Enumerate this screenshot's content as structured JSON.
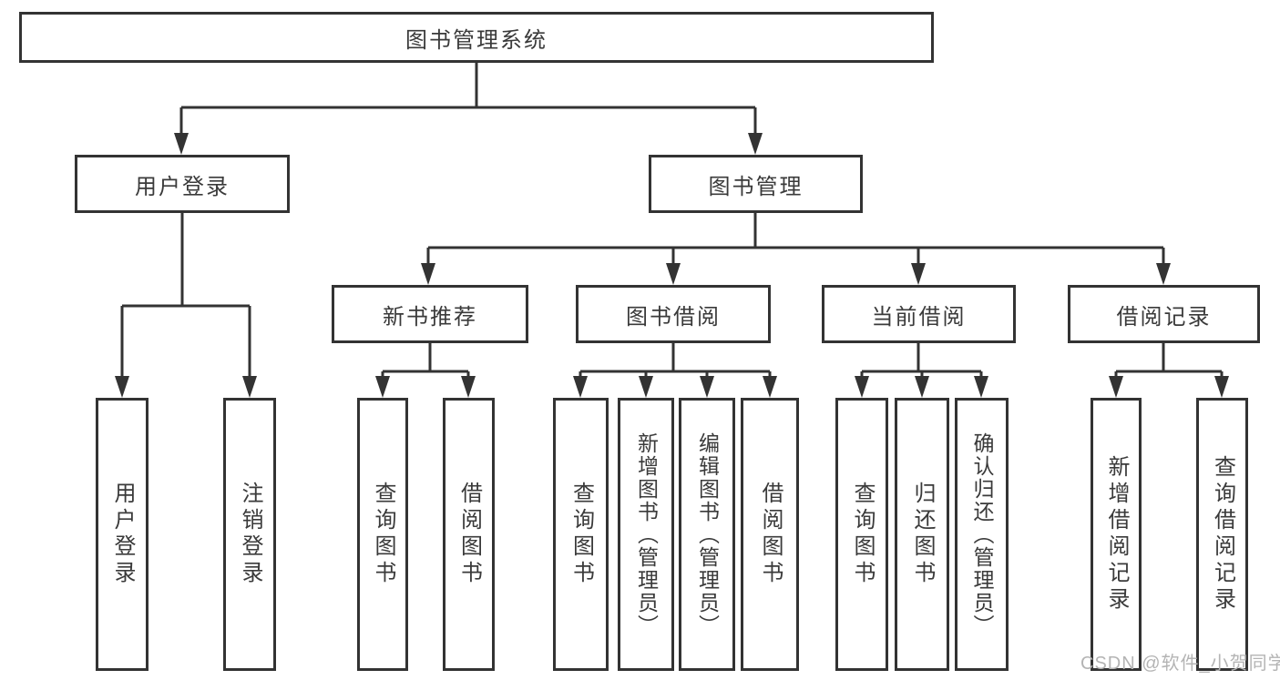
{
  "diagram": {
    "tree": {
      "label": "图书管理系统",
      "children": [
        {
          "label": "用户登录",
          "children": [
            {
              "label": "用户登录"
            },
            {
              "label": "注销登录"
            }
          ]
        },
        {
          "label": "图书管理",
          "children": [
            {
              "label": "新书推荐",
              "children": [
                {
                  "label": "查询图书"
                },
                {
                  "label": "借阅图书"
                }
              ]
            },
            {
              "label": "图书借阅",
              "children": [
                {
                  "label": "查询图书"
                },
                {
                  "label": "新增图书（管理员）"
                },
                {
                  "label": "编辑图书（管理员）"
                },
                {
                  "label": "借阅图书"
                }
              ]
            },
            {
              "label": "当前借阅",
              "children": [
                {
                  "label": "查询图书"
                },
                {
                  "label": "归还图书"
                },
                {
                  "label": "确认归还（管理员）"
                }
              ]
            },
            {
              "label": "借阅记录",
              "children": [
                {
                  "label": "新增借阅记录"
                },
                {
                  "label": "查询借阅记录"
                }
              ]
            }
          ]
        }
      ]
    },
    "watermark": "CSDN @软件_小贺同学",
    "colors": {
      "line": "#333333",
      "text": "#3a3a3a",
      "box_background": "#ffffff",
      "watermark": "#b4b4b4"
    }
  }
}
